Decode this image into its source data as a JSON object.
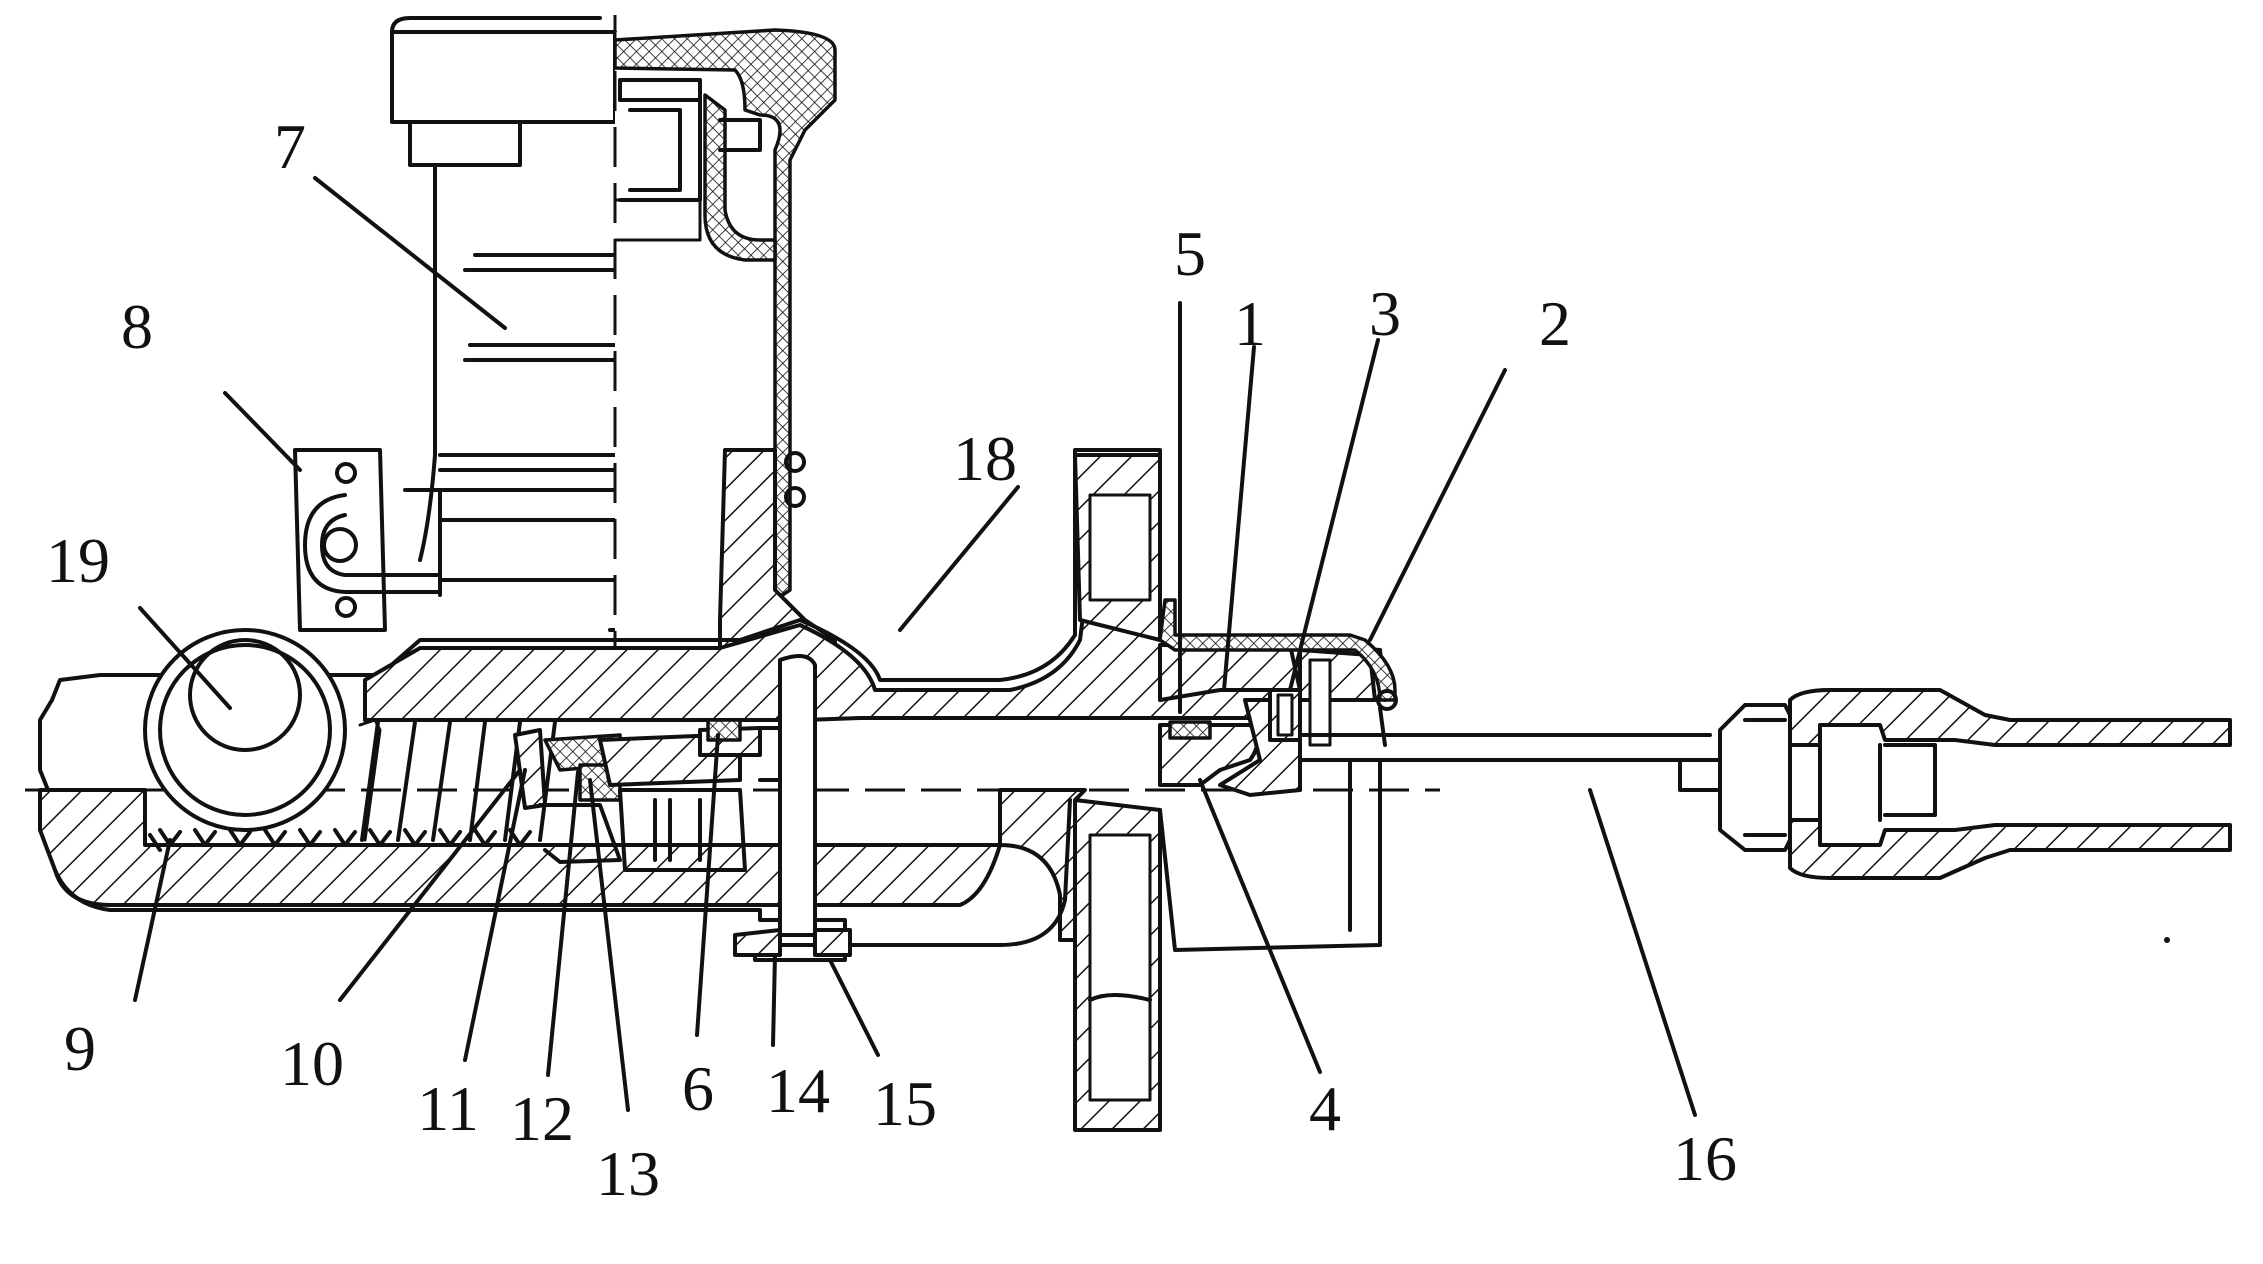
{
  "figure": {
    "labels": [
      {
        "id": "1",
        "text": "1"
      },
      {
        "id": "2",
        "text": "2"
      },
      {
        "id": "3",
        "text": "3"
      },
      {
        "id": "4",
        "text": "4"
      },
      {
        "id": "5",
        "text": "5"
      },
      {
        "id": "6",
        "text": "6"
      },
      {
        "id": "7",
        "text": "7"
      },
      {
        "id": "8",
        "text": "8"
      },
      {
        "id": "9",
        "text": "9"
      },
      {
        "id": "10",
        "text": "10"
      },
      {
        "id": "11",
        "text": "11"
      },
      {
        "id": "12",
        "text": "12"
      },
      {
        "id": "13",
        "text": "13"
      },
      {
        "id": "14",
        "text": "14"
      },
      {
        "id": "15",
        "text": "15"
      },
      {
        "id": "16",
        "text": "16"
      },
      {
        "id": "18",
        "text": "18"
      },
      {
        "id": "19",
        "text": "19"
      }
    ]
  }
}
